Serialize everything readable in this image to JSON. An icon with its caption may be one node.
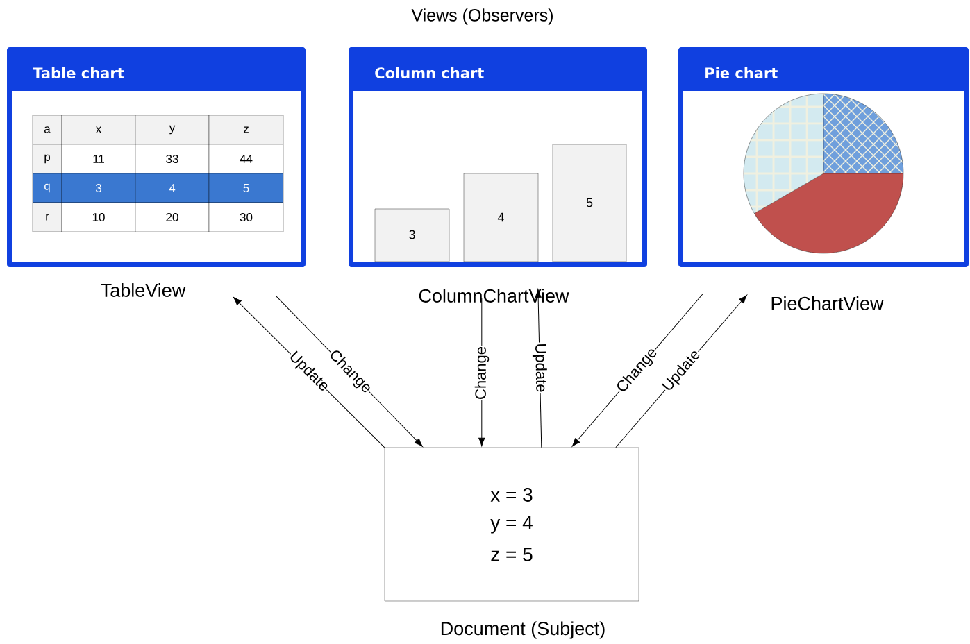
{
  "diagram": {
    "title": "Views (Observers)",
    "nodes": [
      {
        "text": [
          "Table chart"
        ],
        "beside": [
          "TableView"
        ]
      },
      {
        "text": [
          "Column chart"
        ],
        "beside": [
          "ColumnChartView"
        ]
      },
      {
        "text": [
          "Pie chart"
        ],
        "beside": [
          "PieChartView"
        ]
      },
      {
        "text": [
          "x = 3",
          "y = 4",
          "z = 5"
        ],
        "beside": [
          "Document (Subject)"
        ]
      }
    ],
    "edges": [
      {
        "from": 3,
        "to": 0,
        "arrow": "to",
        "label": "Update"
      },
      {
        "from": 0,
        "to": 3,
        "arrow": "to",
        "label": "Change"
      },
      {
        "from": 1,
        "to": 3,
        "arrow": "to",
        "label": "Change"
      },
      {
        "from": 3,
        "to": 1,
        "arrow": "to",
        "label": "Update"
      },
      {
        "from": 2,
        "to": 3,
        "arrow": "to",
        "label": "Change"
      },
      {
        "from": 3,
        "to": 2,
        "arrow": "to",
        "label": "Update"
      }
    ],
    "labels": [
      "a",
      "x",
      "y",
      "z",
      "p",
      "11",
      "33",
      "44",
      "q",
      "3",
      "4",
      "5",
      "r",
      "10",
      "20",
      "30",
      "3",
      "4",
      "5"
    ]
  }
}
